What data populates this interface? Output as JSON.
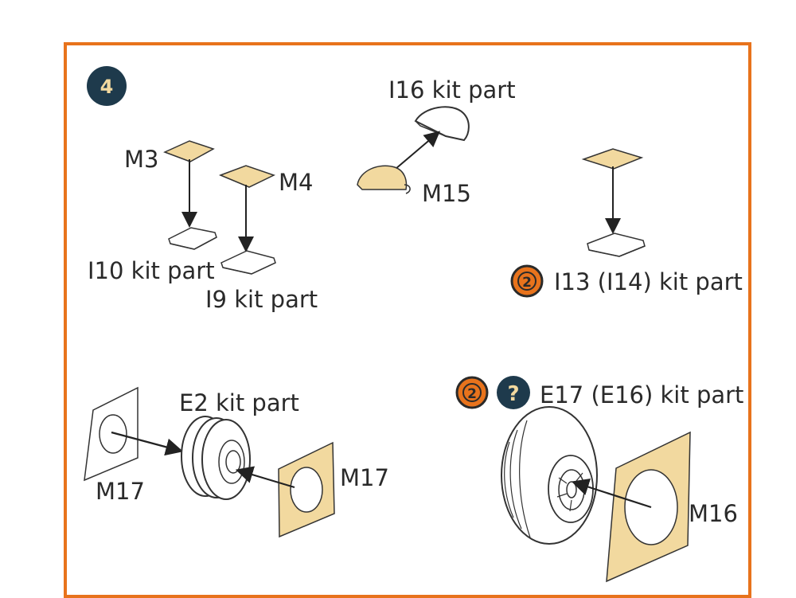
{
  "step": {
    "number": "4",
    "badge_color": "#1E3A4C"
  },
  "colors": {
    "frame": "#E8731C",
    "paper": "#F2D99F",
    "line": "#222222"
  },
  "badges": {
    "two_label": "2",
    "question_label": "?"
  },
  "labels": {
    "m3": "M3",
    "m4": "M4",
    "i10": "I10 kit part",
    "i9": "I9 kit part",
    "i16": "I16 kit part",
    "m15": "M15",
    "i13": "I13 (I14) kit part",
    "e2": "E2 kit part",
    "m17_left": "M17",
    "m17_right": "M17",
    "e17": "E17 (E16) kit part",
    "m16": "M16"
  }
}
